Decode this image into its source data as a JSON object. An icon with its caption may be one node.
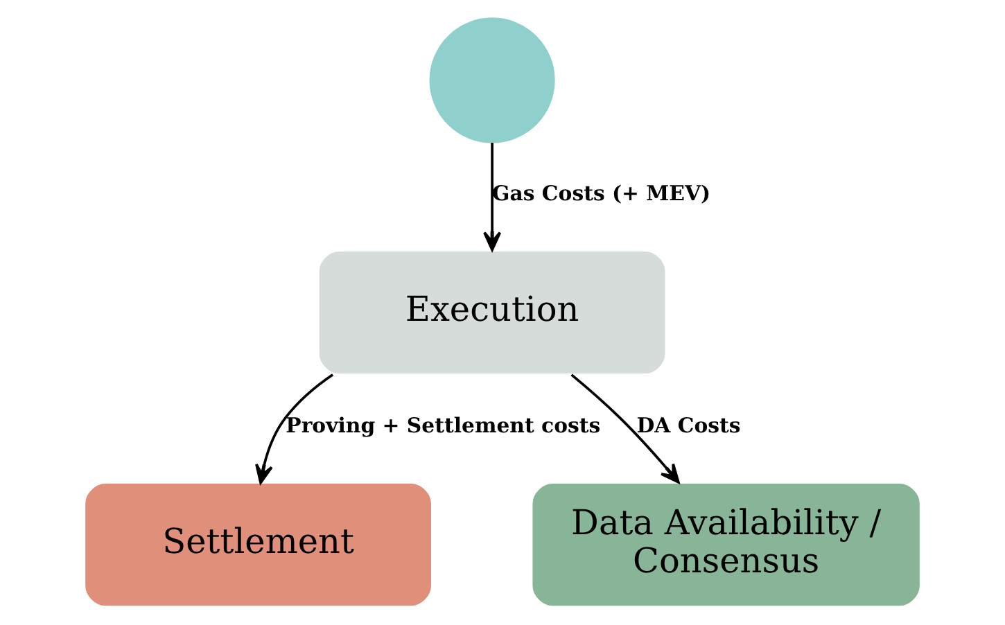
{
  "diagram": {
    "nodes": [
      {
        "text": [],
        "shape": "person"
      },
      {
        "text": [
          "Execution"
        ]
      },
      {
        "text": [
          "Settlement"
        ]
      },
      {
        "text": [
          "Data Availability / Consensus"
        ]
      }
    ],
    "edges": [
      {
        "from": 0,
        "to": 1,
        "arrow": "to",
        "label": "Gas Costs (+ MEV)"
      },
      {
        "from": 1,
        "to": 2,
        "arrow": "to",
        "label": "Proving + Settlement costs"
      },
      {
        "from": 1,
        "to": 3,
        "arrow": "to",
        "label": "DA Costs"
      }
    ]
  }
}
